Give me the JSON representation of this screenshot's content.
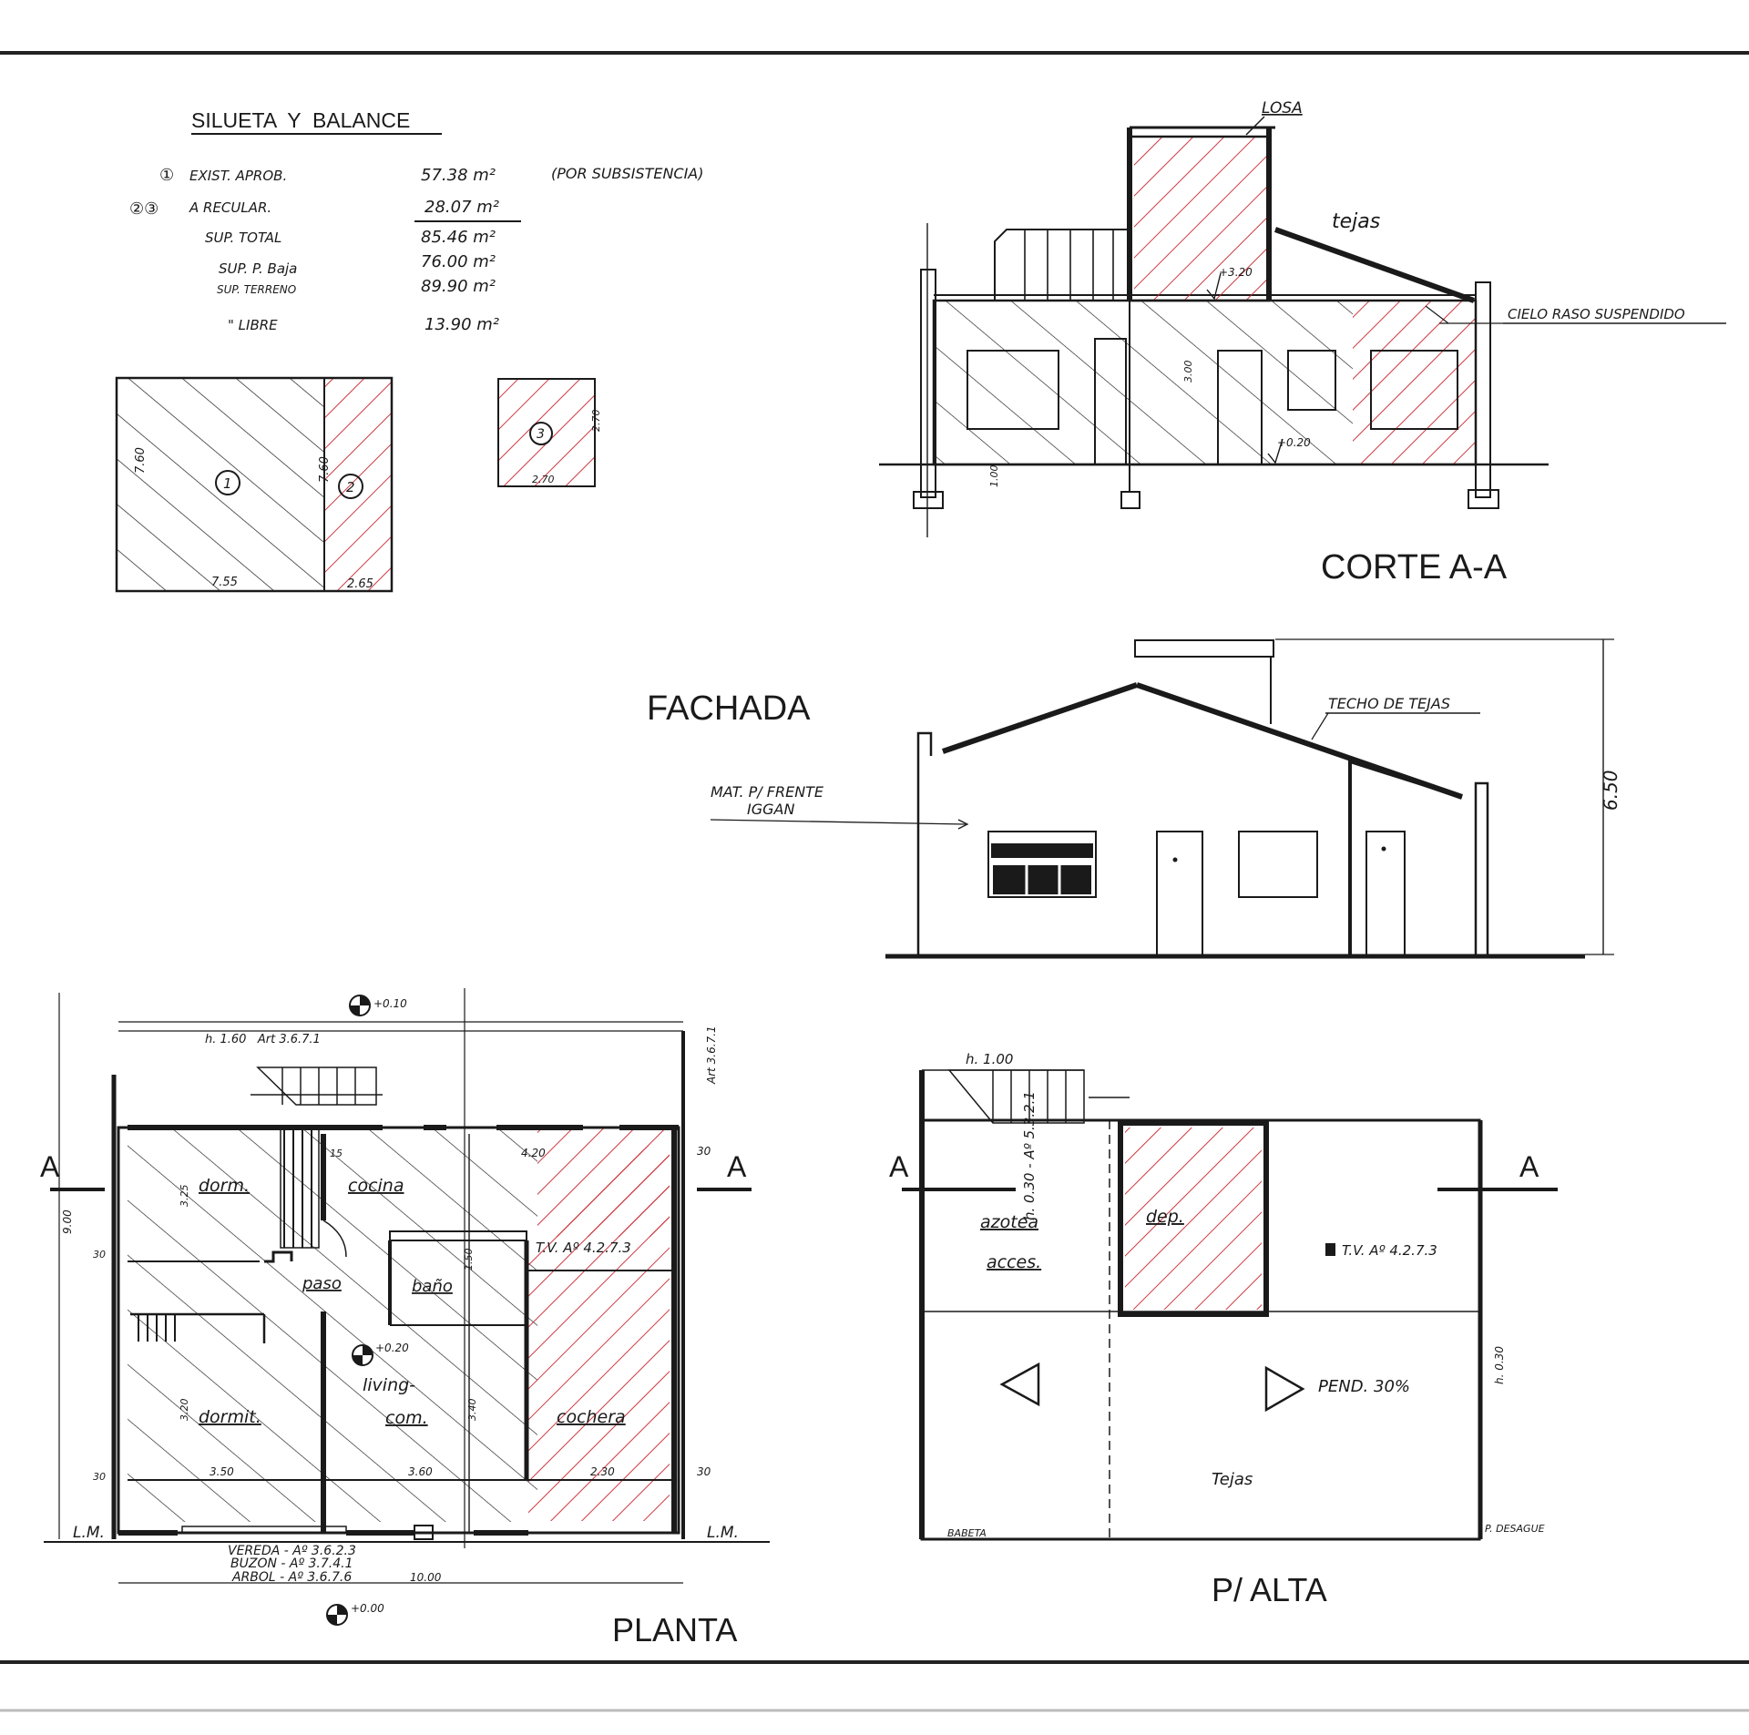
{
  "silueta": {
    "title": "SILUETA  Y  BALANCE",
    "rows": [
      {
        "mark": "①",
        "label": "EXIST. APROB.",
        "value": "57.38 m²",
        "note": "(POR SUBSISTENCIA)"
      },
      {
        "mark": "②③",
        "label": "A RECULAR.",
        "value": "28.07 m²",
        "note": ""
      },
      {
        "mark": "",
        "label": "SUP. TOTAL",
        "value": "85.46 m²",
        "note": ""
      },
      {
        "mark": "",
        "label": "SUP. P. Baja",
        "value": "76.00 m²",
        "note": ""
      },
      {
        "mark": "",
        "label": "SUP. TERRENO",
        "value": "89.90 m²",
        "note": ""
      },
      {
        "mark": "",
        "label": "\"  LIBRE",
        "value": "13.90  m²",
        "note": ""
      }
    ],
    "diagram": {
      "area1": "1",
      "area2": "2",
      "area3": "3",
      "dim_left": "7.60",
      "dim_mid": "7.60",
      "dim_bottom1": "7.55",
      "dim_bottom2": "2.65",
      "dim_small_right": "2.70",
      "dim_small_bottom": "2.70"
    }
  },
  "corte": {
    "title": "CORTE A-A",
    "losa": "LOSA",
    "tejas": "tejas",
    "cielo": "CIELO RASO SUSPENDIDO",
    "lv1": "+3.20",
    "lv2": "+0.20",
    "h1": "3.00",
    "h2": "1.00"
  },
  "fachada": {
    "title": "FACHADA",
    "techo": "TECHO DE TEJAS",
    "mat": "MAT. P/ FRENTE",
    "mat2": "IGGAN",
    "height": "6.50"
  },
  "planta": {
    "title": "PLANTA",
    "section_a": "A",
    "rooms": {
      "dorm": "dorm.",
      "cocina": "cocina",
      "paso": "paso",
      "bano": "baño",
      "living": "living-",
      "com": "com.",
      "dormit": "dormit.",
      "cochera": "cochera"
    },
    "tv": "T.V. Aº 4.2.7.3",
    "lv_top": "+0.10",
    "lv_mid": "+0.20",
    "lv_bot": "+0.00",
    "lm": "L.M.",
    "dims": {
      "d420": "4.20",
      "d350": "3.50",
      "d360": "3.60",
      "d230": "2.30",
      "d1000": "10.00",
      "d30": "30",
      "d15": "15",
      "d900": "9.00",
      "d325": "3.25",
      "d320": "3.20",
      "d150": "1.50",
      "d340": "3.40"
    },
    "notes": [
      "VEREDA - Aº 3.6.2.3",
      "BUZON - Aº 3.7.4.1",
      "ARBOL - Aº 3.6.7.6"
    ],
    "top_note": "h. 1.60   Art 3.6.7.1",
    "side_note": "Art 3.6.7.1"
  },
  "palta": {
    "title": "P/ ALTA",
    "section_a": "A",
    "azotea": "azotea",
    "acces": "acces.",
    "dep": "dep.",
    "tv": "T.V. Aº 4.2.7.3",
    "pend": "PEND. 30%",
    "tejas": "Tejas",
    "h100": "h. 1.00",
    "side_note": "h. 0.30 - Aº 5.3.2.1",
    "desague": "P. DESAGUE",
    "babeta": "BABETA",
    "h030": "h. 0.30"
  }
}
